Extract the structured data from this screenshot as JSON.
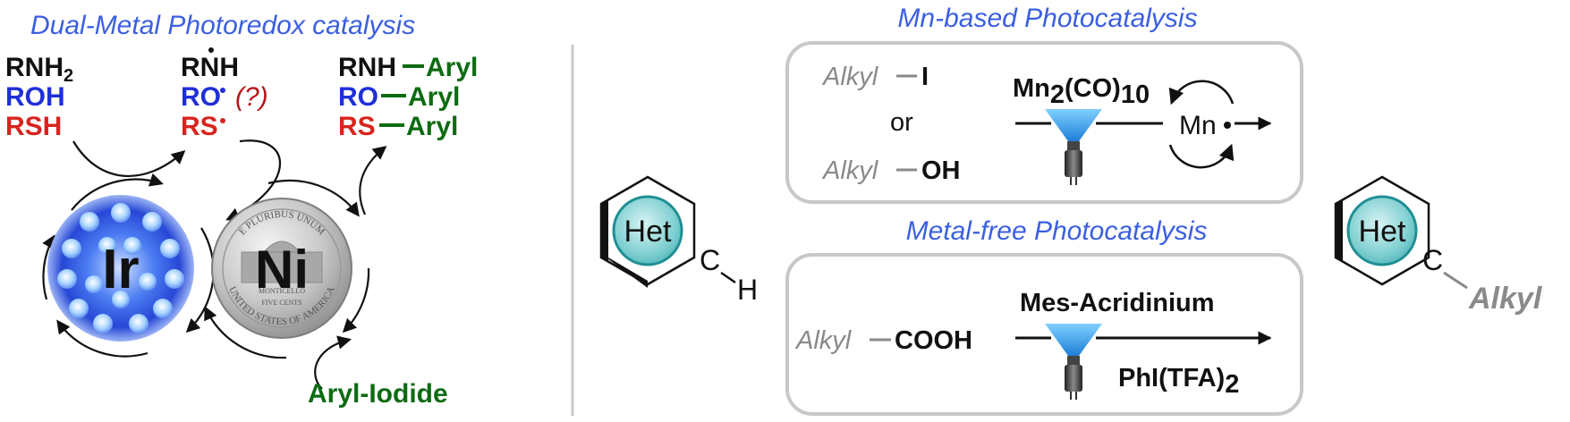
{
  "colors": {
    "heading_blue": "#3b5fe0",
    "black": "#111111",
    "ro_blue": "#1f2fd8",
    "rs_red": "#d8241e",
    "aryl_green": "#0d6b12",
    "question_red": "#b8141a",
    "grey_text": "#8a8a8a",
    "box_border": "#c8c8c8",
    "het_teal": "#6cc7c9",
    "het_teal_dark": "#1f8f93",
    "lamp_blue": "#37a9e8"
  },
  "left_panel": {
    "title": "Dual-Metal Photoredox catalysis",
    "substrates": {
      "amine": {
        "prefix": "RNH",
        "sub": "2"
      },
      "alcohol": "ROH",
      "thiol": "RSH"
    },
    "radicals": {
      "amine": "RNH",
      "alkoxy": "RO",
      "question": "(?)",
      "thiyl": "RS"
    },
    "products": {
      "amine_prefix": "RNH",
      "alkoxy_prefix": "RO",
      "thio_prefix": "RS",
      "aryl": "Aryl"
    },
    "ir_label": "Ir",
    "ni_label": "Ni",
    "coin": {
      "top_text": "E PLURIBUS UNUM",
      "bottom_text": "UNITED STATES OF AMERICA",
      "center_text": "MONTICELLO",
      "value_text": "FIVE CENTS"
    },
    "aryl_iodide": "Aryl-Iodide"
  },
  "middle": {
    "het_label": "Het",
    "c_label": "C",
    "h_label": "H"
  },
  "mn_box": {
    "title": "Mn-based Photocatalysis",
    "alkyl_iodide": {
      "alkyl": "Alkyl",
      "atom": "I"
    },
    "or_text": "or",
    "alkyl_alcohol": {
      "alkyl": "Alkyl",
      "group": "OH"
    },
    "catalyst": {
      "prefix": "Mn",
      "sub1": "2",
      "middle": "(CO)",
      "sub2": "10"
    },
    "radical_label": "Mn"
  },
  "mf_box": {
    "title": "Metal-free Photocatalysis",
    "acid": {
      "alkyl": "Alkyl",
      "group": "COOH"
    },
    "catalyst": "Mes-Acridinium",
    "oxidant": {
      "prefix": "PhI(TFA)",
      "sub": "2"
    }
  },
  "product": {
    "het_label": "Het",
    "c_label": "C",
    "alkyl_label": "Alkyl"
  }
}
